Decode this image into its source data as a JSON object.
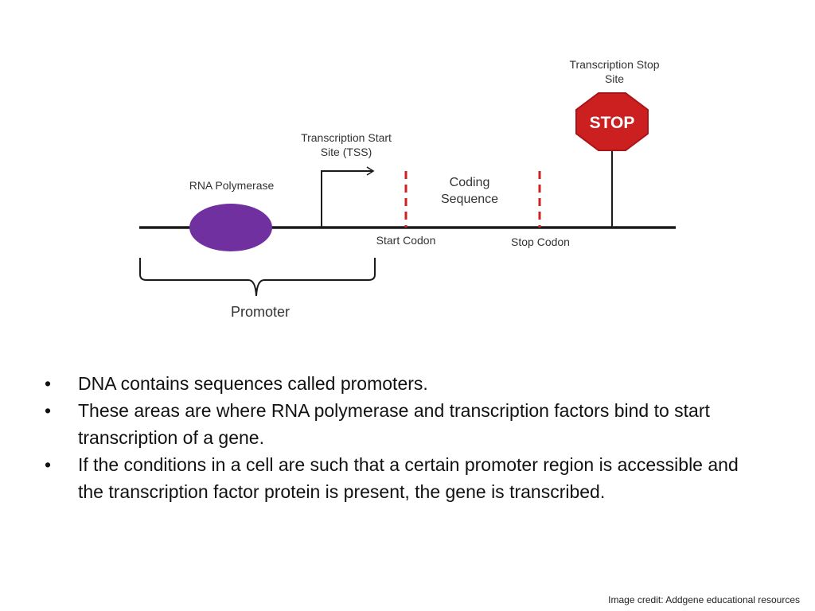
{
  "diagram": {
    "labels": {
      "transcription_stop_site_line1": "Transcription Stop",
      "transcription_stop_site_line2": "Site",
      "stop_sign_text": "STOP",
      "transcription_start_site_line1": "Transcription Start",
      "transcription_start_site_line2": "Site (TSS)",
      "rna_polymerase": "RNA Polymerase",
      "coding_sequence_line1": "Coding",
      "coding_sequence_line2": "Sequence",
      "start_codon": "Start Codon",
      "stop_codon": "Stop Codon",
      "promoter": "Promoter"
    },
    "colors": {
      "dna_strand": "#1a1a1a",
      "rna_polymerase": "#7030a0",
      "codon_marker": "#cc2222",
      "stop_sign_fill": "#cc1f1f",
      "stop_sign_border": "#aa1515"
    }
  },
  "bullets": [
    "DNA contains sequences called promoters.",
    "These areas are where RNA polymerase and transcription factors bind to start transcription of a gene.",
    "If the conditions in a cell are such that a certain promoter region is accessible and the transcription factor protein is present, the gene is transcribed."
  ],
  "bullet_symbol": "•",
  "credit": "Image credit: Addgene educational resources"
}
